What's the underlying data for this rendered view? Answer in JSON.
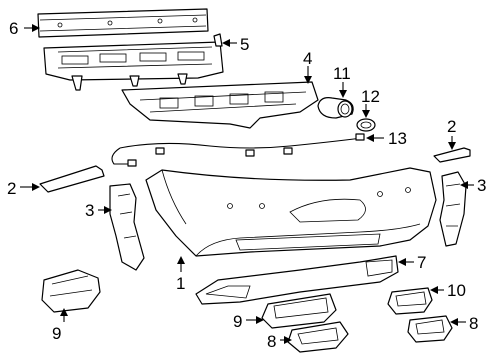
{
  "diagram": {
    "callouts": [
      {
        "id": "1",
        "label": "1"
      },
      {
        "id": "2a",
        "label": "2"
      },
      {
        "id": "2b",
        "label": "2"
      },
      {
        "id": "3a",
        "label": "3"
      },
      {
        "id": "3b",
        "label": "3"
      },
      {
        "id": "4",
        "label": "4"
      },
      {
        "id": "5",
        "label": "5"
      },
      {
        "id": "6",
        "label": "6"
      },
      {
        "id": "7",
        "label": "7"
      },
      {
        "id": "8a",
        "label": "8"
      },
      {
        "id": "8b",
        "label": "8"
      },
      {
        "id": "9a",
        "label": "9"
      },
      {
        "id": "9b",
        "label": "9"
      },
      {
        "id": "10",
        "label": "10"
      },
      {
        "id": "11",
        "label": "11"
      },
      {
        "id": "12",
        "label": "12"
      },
      {
        "id": "13",
        "label": "13"
      }
    ]
  }
}
